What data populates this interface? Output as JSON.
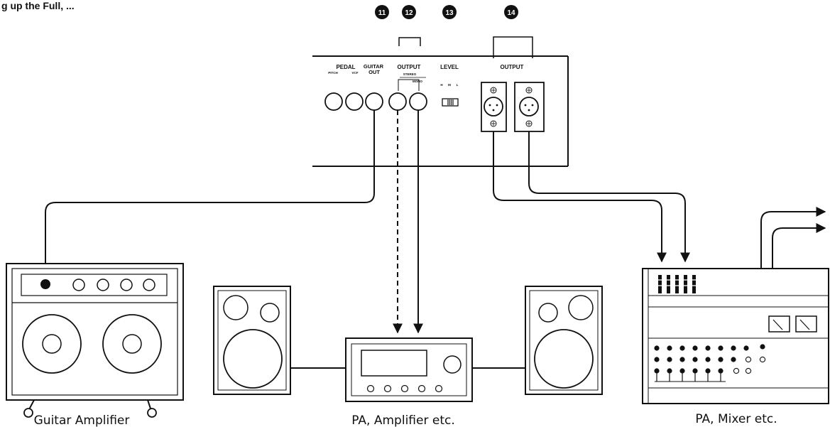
{
  "header_text": "g up the Full, ...",
  "callouts": [
    "11",
    "12",
    "13",
    "14"
  ],
  "panel": {
    "pedal": "PEDAL",
    "pitch": "PITCH",
    "vcf": "VCF",
    "guitar_out_line1": "GUITAR",
    "guitar_out_line2": "OUT",
    "output_jack": "OUTPUT",
    "stereo": "STEREO",
    "mono": "MONO",
    "level": "LEVEL",
    "level_h": "H",
    "level_m": "M",
    "level_l": "L",
    "output_xlr": "OUTPUT"
  },
  "captions": {
    "guitar_amplifier": "Guitar Amplifier",
    "pa_amplifier": "PA, Amplifier etc.",
    "pa_mixer": "PA, Mixer etc."
  }
}
